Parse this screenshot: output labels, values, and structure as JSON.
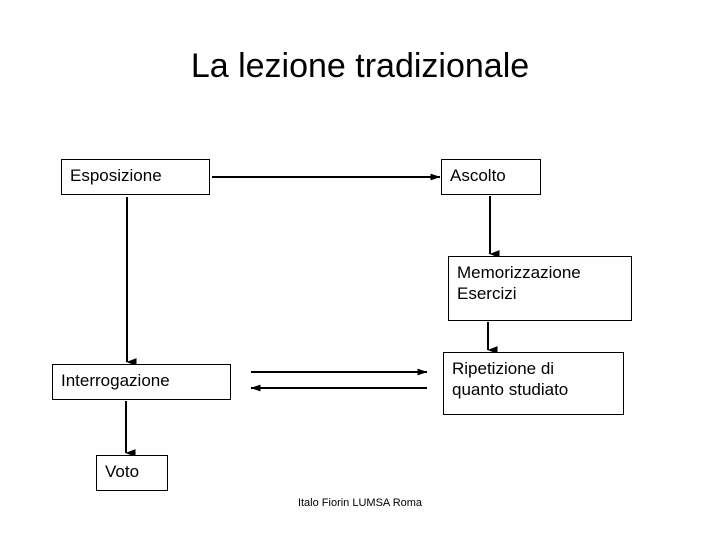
{
  "slide": {
    "title": "La lezione tradizionale",
    "footer": "Italo Fiorin LUMSA Roma",
    "background_color": "#ffffff",
    "line_color": "#000000",
    "text_color": "#000000"
  },
  "diagram": {
    "type": "flowchart",
    "nodes": [
      {
        "id": "esposizione",
        "label": "Esposizione"
      },
      {
        "id": "ascolto",
        "label": "Ascolto"
      },
      {
        "id": "memorizzazione",
        "label": "Memorizzazione\nEsercizi"
      },
      {
        "id": "ripetizione",
        "label": "Ripetizione di\nquanto studiato"
      },
      {
        "id": "interrogazione",
        "label": "Interrogazione"
      },
      {
        "id": "voto",
        "label": "Voto"
      }
    ],
    "edges": [
      {
        "from": "esposizione",
        "to": "ascolto",
        "direction": "right"
      },
      {
        "from": "esposizione",
        "to": "interrogazione",
        "direction": "down"
      },
      {
        "from": "ascolto",
        "to": "memorizzazione",
        "direction": "down"
      },
      {
        "from": "memorizzazione",
        "to": "ripetizione",
        "direction": "down"
      },
      {
        "from": "interrogazione",
        "to": "ripetizione",
        "direction": "right"
      },
      {
        "from": "ripetizione",
        "to": "interrogazione",
        "direction": "left"
      }
    ]
  }
}
